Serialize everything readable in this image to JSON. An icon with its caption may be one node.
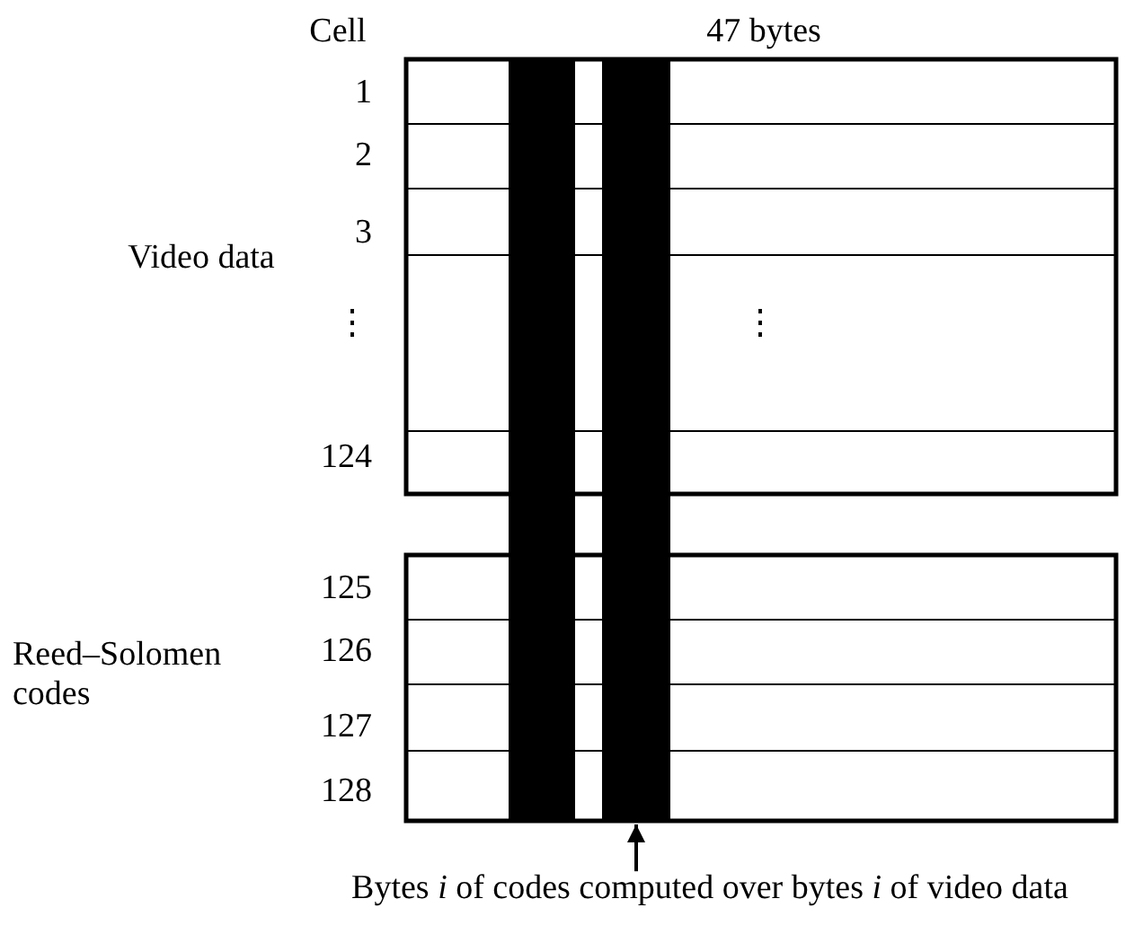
{
  "diagram": {
    "nodes": [
      {
        "text": [],
        "shape": "bar"
      },
      {
        "text": [],
        "shape": "bar"
      },
      {
        "text": [
          "Bytes *i* of codes computed over bytes *i* of video data"
        ]
      }
    ],
    "edges": [
      {
        "from": 2,
        "to": 1,
        "arrow": "to"
      }
    ],
    "labels": [
      "Cell",
      "47 bytes",
      "1",
      "2",
      "3",
      "Video data",
      "⋮",
      "⋮",
      "124",
      "125",
      "Reed–Solomen codes",
      "126",
      "127",
      "128"
    ]
  }
}
